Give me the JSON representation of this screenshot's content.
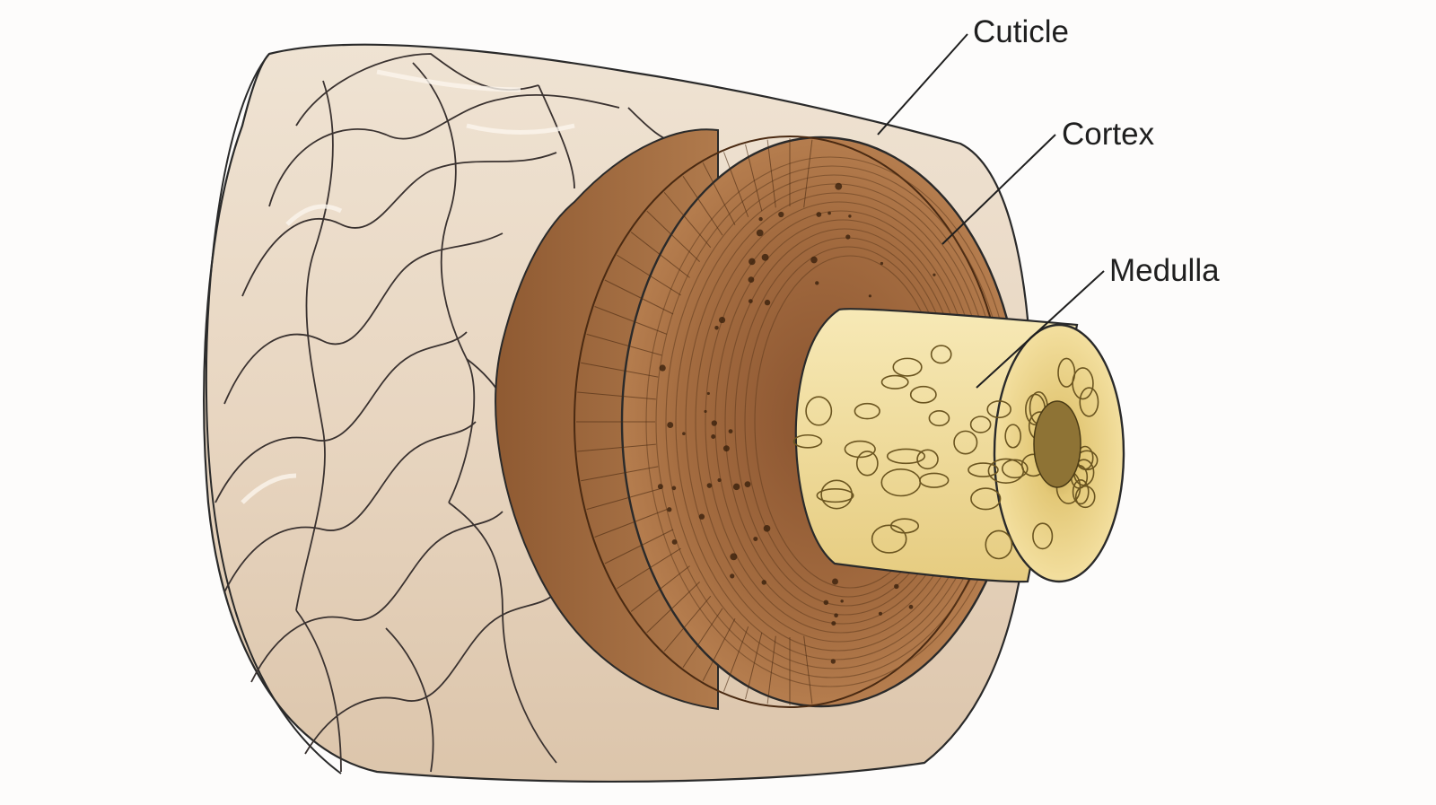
{
  "labels": {
    "cuticle": "Cuticle",
    "cortex": "Cortex",
    "medulla": "Medulla"
  },
  "colors": {
    "background": "#fdfcfb",
    "cuticle_fill": "#ecdcc8",
    "cuticle_highlight": "#f7eee2",
    "cortex_outer": "#a86e45",
    "cortex_face": "#9a6238",
    "cortex_rings": "#5e3a1e",
    "medulla_fill": "#f1dc9c",
    "medulla_cells": "#6b5520",
    "outline": "#2a2a2a"
  },
  "icons": {
    "subject": "hair-shaft-cross-section"
  }
}
